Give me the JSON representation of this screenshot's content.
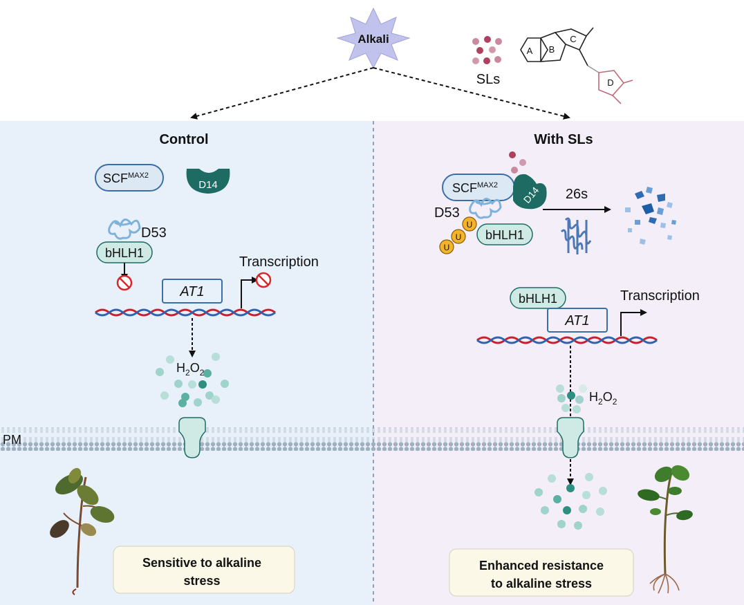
{
  "top": {
    "alkali_label": "Alkali",
    "sls_label": "SLs",
    "ring_labels": [
      "A",
      "B",
      "C",
      "D"
    ]
  },
  "left_panel": {
    "title": "Control",
    "scf_label": "SCF",
    "scf_sup": "MAX2",
    "d14_label": "D14",
    "d53_label": "D53",
    "bhlh1_label": "bHLH1",
    "at1_label": "AT1",
    "transcription_label": "Transcription",
    "h2o2_h": "H",
    "h2o2_sub1": "2",
    "h2o2_o": "O",
    "h2o2_sub2": "2",
    "outcome_line1": "Sensitive to alkaline",
    "outcome_line2": "stress"
  },
  "right_panel": {
    "title": "With SLs",
    "scf_label": "SCF",
    "scf_sup": "MAX2",
    "d14_label": "D14",
    "d53_label": "D53",
    "ub_label": "U",
    "bhlh1_label": "bHLH1",
    "proteasome_label": "26s",
    "bhlh1_label2": "bHLH1",
    "at1_label": "AT1",
    "transcription_label": "Transcription",
    "h2o2_h": "H",
    "h2o2_sub1": "2",
    "h2o2_o": "O",
    "h2o2_sub2": "2",
    "outcome_line1": "Enhanced resistance",
    "outcome_line2": "to alkaline stress"
  },
  "membrane_label": "PM",
  "colors": {
    "left_bg": "#e8f1fa",
    "right_bg": "#f3eef7",
    "teal_dark": "#1d6b63",
    "teal_light": "#cfe9e4",
    "box_blue": "#3b6da6",
    "dna_red": "#c8202f",
    "dna_blue": "#2f63b0",
    "sl_pink": "#c04a6a",
    "ub_yellow": "#f3b32a",
    "inhibit_red": "#d8262b"
  }
}
